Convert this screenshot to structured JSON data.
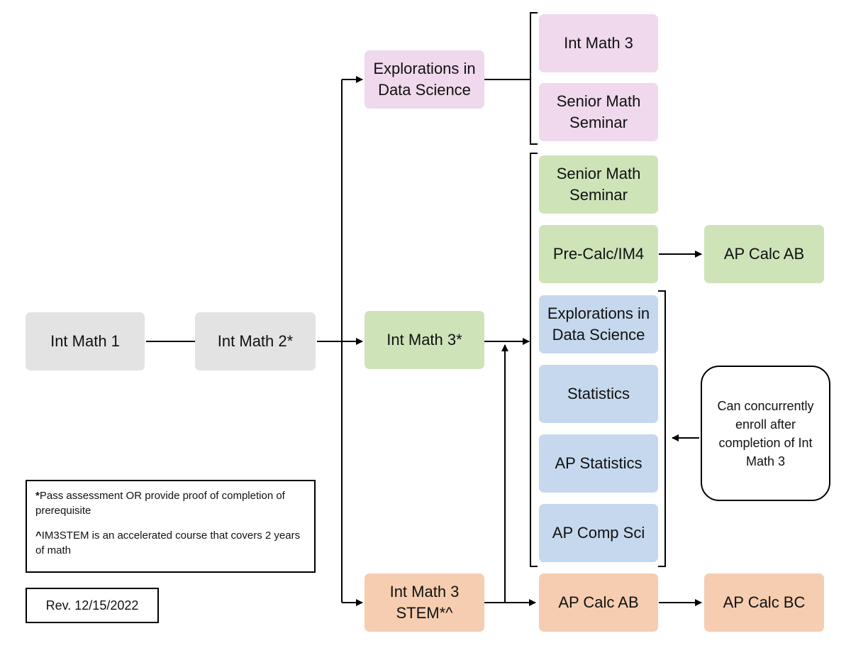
{
  "nodes": {
    "int_math_1": "Int Math 1",
    "int_math_2": "Int Math 2*",
    "explorations_top": [
      "Explorations in",
      "Data Science"
    ],
    "int_math_3_star": "Int Math 3*",
    "int_math_3_stem": [
      "Int Math 3",
      "STEM*^"
    ],
    "pink_int_math_3": "Int Math 3",
    "pink_senior_seminar": [
      "Senior Math",
      "Seminar"
    ],
    "green_senior_seminar": [
      "Senior Math",
      "Seminar"
    ],
    "pre_calc": "Pre-Calc/IM4",
    "ap_calc_ab_green": "AP Calc AB",
    "explorations_blue": [
      "Explorations in",
      "Data Science"
    ],
    "statistics": "Statistics",
    "ap_statistics": "AP Statistics",
    "ap_comp_sci": "AP Comp Sci",
    "ap_calc_ab_orange": "AP Calc AB",
    "ap_calc_bc": "AP Calc BC"
  },
  "callout": "Can concurrently enroll after completion of Int Math 3",
  "notes": {
    "star_symbol": "*",
    "star_text": "Pass assessment OR provide proof of completion of prerequisite",
    "caret_symbol": "^",
    "caret_text": "IM3STEM is an accelerated course that covers 2 years of math"
  },
  "revision": "Rev. 12/15/2022",
  "colors": {
    "gray": "#e3e3e3",
    "pink": "#f0d9ec",
    "green": "#cfe3b9",
    "blue": "#c6d8ed",
    "orange": "#f6cdb0"
  }
}
